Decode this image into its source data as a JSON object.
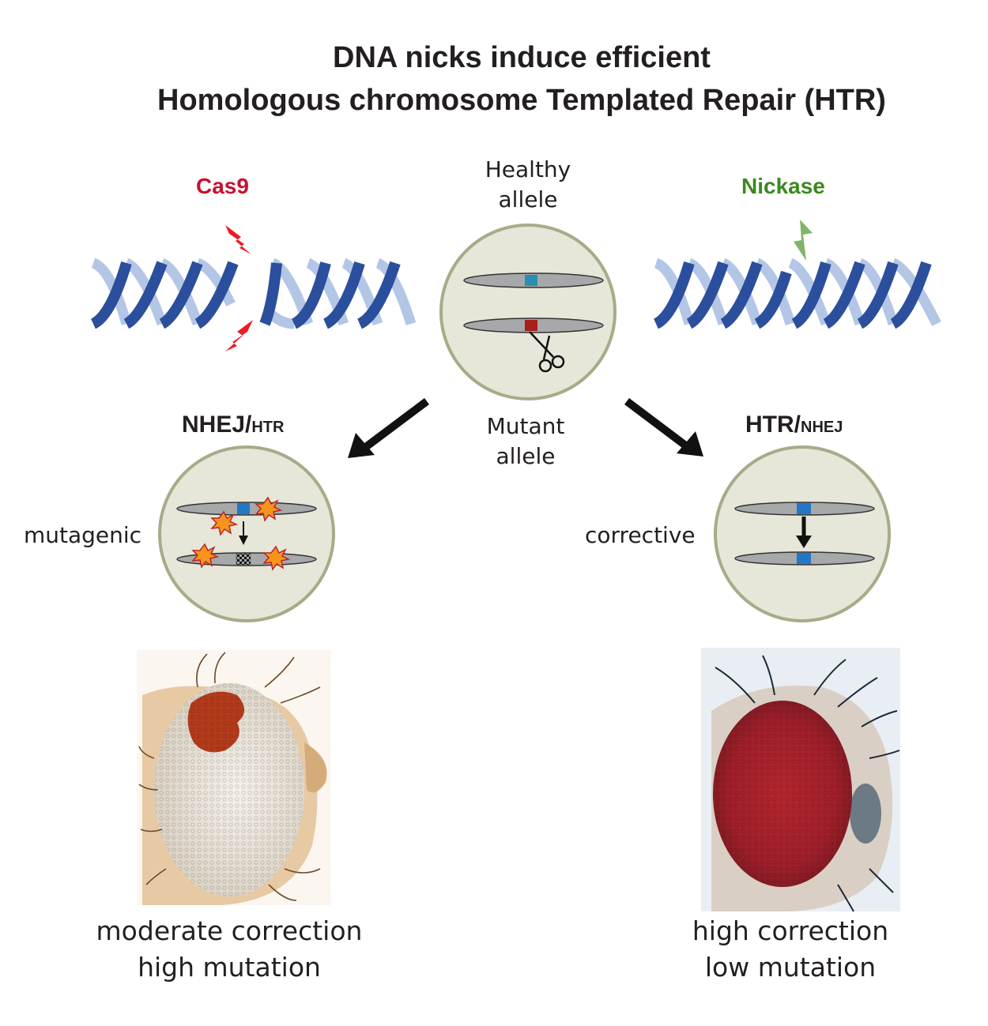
{
  "title": {
    "line1": "DNA nicks induce efficient",
    "line2": "Homologous chromosome Templated Repair (HTR)"
  },
  "labels": {
    "cas9": "Cas9",
    "nickase": "Nickase",
    "healthy_line1": "Healthy",
    "healthy_line2": "allele",
    "mutant_line1": "Mutant",
    "mutant_line2": "allele",
    "left_pathway_main": "NHEJ/",
    "left_pathway_sub": "HTR",
    "right_pathway_main": "HTR/",
    "right_pathway_sub": "NHEJ",
    "mutagenic": "mutagenic",
    "corrective": "corrective"
  },
  "captions": {
    "left_line1": "moderate correction",
    "left_line2": "high mutation",
    "right_line1": "high correction",
    "right_line2": "low mutation"
  },
  "colors": {
    "cas9": "#c8102e",
    "nickase": "#3a8a1e",
    "dna_dark": "#2b4f9c",
    "dna_light": "#b4c6e6",
    "cell_fill": "#e6e7d9",
    "cell_stroke": "#a8ab88",
    "healthy_band": "#2a8fb0",
    "mutant_band": "#a8201a",
    "repair_band": "#2277c7",
    "bolt_red": "#ee1c25",
    "bolt_green": "#6aa84f"
  },
  "icons": {
    "scissors": "scissors-icon",
    "lightning": "lightning-icon",
    "burst": "burst-icon",
    "arrow": "arrow-icon",
    "fly_eye": "fly-eye-photo"
  }
}
